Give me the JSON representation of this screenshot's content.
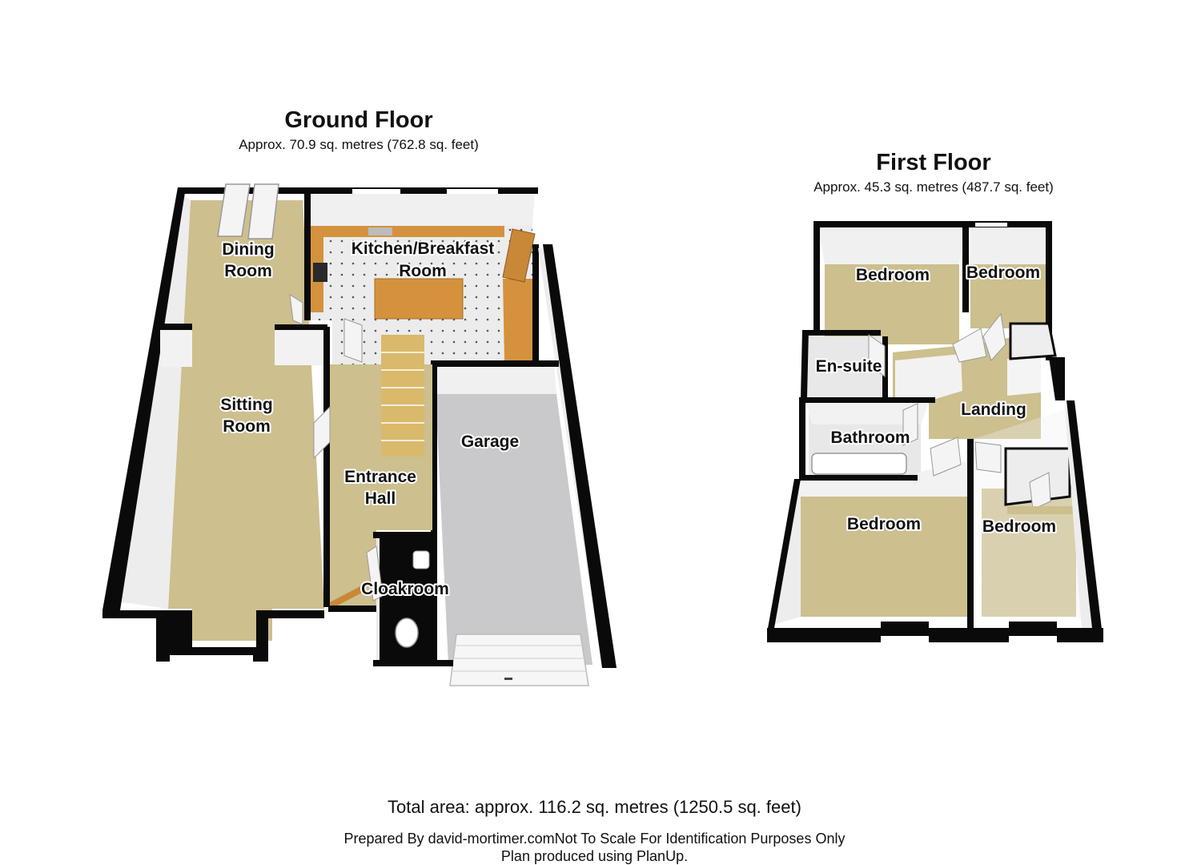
{
  "ground_floor": {
    "title": "Ground Floor",
    "area": "Approx.  70.9 sq. metres (762.8 sq. feet)",
    "rooms": {
      "dining": [
        "Dining",
        "Room"
      ],
      "kitchen": [
        "Kitchen/Breakfast",
        "Room"
      ],
      "sitting": [
        "Sitting",
        "Room"
      ],
      "garage": [
        "Garage"
      ],
      "entrance": [
        "Entrance",
        "Hall"
      ],
      "cloakroom": [
        "Cloakroom"
      ]
    }
  },
  "first_floor": {
    "title": "First Floor",
    "area": "Approx.  45.3 sq. metres (487.7 sq. feet)",
    "rooms": {
      "bedroom_1": [
        "Bedroom"
      ],
      "bedroom_2": [
        "Bedroom"
      ],
      "ensuite": [
        "En-suite"
      ],
      "landing": [
        "Landing"
      ],
      "bathroom": [
        "Bathroom"
      ],
      "bedroom_3": [
        "Bedroom"
      ],
      "bedroom_4": [
        "Bedroom"
      ]
    }
  },
  "footer": {
    "total_area": "Total area: approx. 116.2 sq. metres (1250.5 sq. feet)",
    "prepared_by": "Prepared By david-mortimer.comNot To Scale  For Identification Purposes Only",
    "produced": "Plan produced using PlanUp."
  },
  "colors": {
    "wall": "#0a0a0a",
    "carpet": "#cdbf8e",
    "tile": "#e9e9e9",
    "garage_floor": "#c9c9cc",
    "worktop": "#d4923e"
  }
}
